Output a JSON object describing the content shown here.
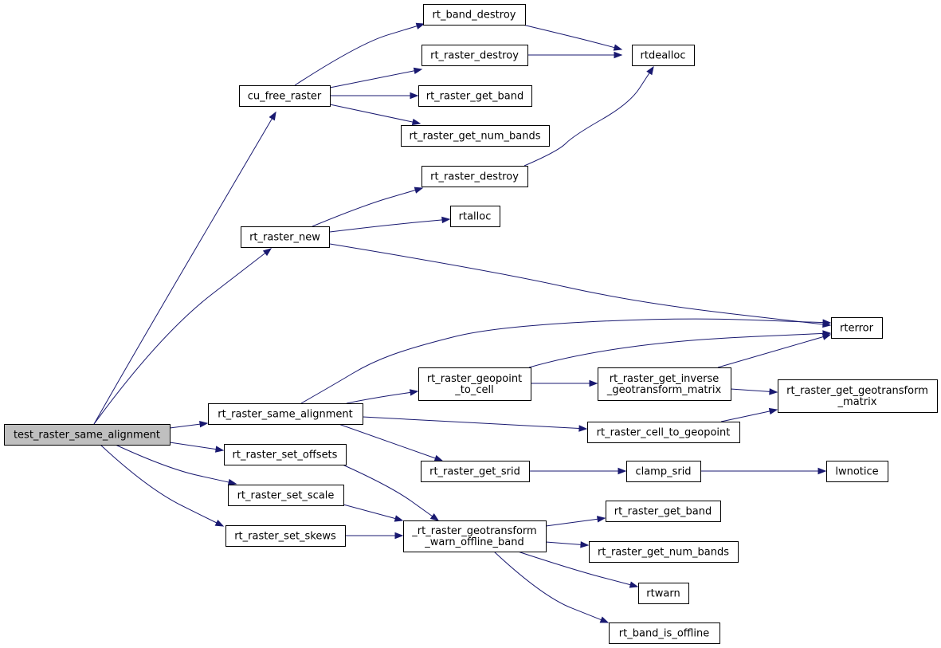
{
  "colors": {
    "edge": "#191970",
    "node_fill": "#ffffff",
    "root_fill": "#bfbfbf",
    "border": "#000000"
  },
  "nodes": [
    {
      "id": "test_raster_same_alignment",
      "lines": [
        "test_raster_same_alignment"
      ],
      "root": true
    },
    {
      "id": "cu_free_raster",
      "lines": [
        "cu_free_raster"
      ]
    },
    {
      "id": "rt_raster_new",
      "lines": [
        "rt_raster_new"
      ]
    },
    {
      "id": "rt_raster_same_alignment",
      "lines": [
        "rt_raster_same_alignment"
      ]
    },
    {
      "id": "rt_raster_set_offsets",
      "lines": [
        "rt_raster_set_offsets"
      ]
    },
    {
      "id": "rt_raster_set_scale",
      "lines": [
        "rt_raster_set_scale"
      ]
    },
    {
      "id": "rt_raster_set_skews",
      "lines": [
        "rt_raster_set_skews"
      ]
    },
    {
      "id": "rt_band_destroy",
      "lines": [
        "rt_band_destroy"
      ]
    },
    {
      "id": "rt_raster_destroy_1",
      "lines": [
        "rt_raster_destroy"
      ]
    },
    {
      "id": "rt_raster_get_band_1",
      "lines": [
        "rt_raster_get_band"
      ]
    },
    {
      "id": "rt_raster_get_num_bands_1",
      "lines": [
        "rt_raster_get_num_bands"
      ]
    },
    {
      "id": "rt_raster_destroy_2",
      "lines": [
        "rt_raster_destroy"
      ]
    },
    {
      "id": "rtalloc",
      "lines": [
        "rtalloc"
      ]
    },
    {
      "id": "rt_raster_geopoint_to_cell",
      "lines": [
        "rt_raster_geopoint",
        "_to_cell"
      ]
    },
    {
      "id": "rt_raster_get_srid",
      "lines": [
        "rt_raster_get_srid"
      ]
    },
    {
      "id": "rt_raster_geotransform_warn_offline_band",
      "lines": [
        "_rt_raster_geotransform",
        "_warn_offline_band"
      ]
    },
    {
      "id": "rtdealloc",
      "lines": [
        "rtdealloc"
      ]
    },
    {
      "id": "rt_raster_get_inverse_geotransform_matrix",
      "lines": [
        "rt_raster_get_inverse",
        "_geotransform_matrix"
      ]
    },
    {
      "id": "rt_raster_cell_to_geopoint",
      "lines": [
        "rt_raster_cell_to_geopoint"
      ]
    },
    {
      "id": "clamp_srid",
      "lines": [
        "clamp_srid"
      ]
    },
    {
      "id": "rt_raster_get_band_2",
      "lines": [
        "rt_raster_get_band"
      ]
    },
    {
      "id": "rt_raster_get_num_bands_2",
      "lines": [
        "rt_raster_get_num_bands"
      ]
    },
    {
      "id": "rtwarn",
      "lines": [
        "rtwarn"
      ]
    },
    {
      "id": "rt_band_is_offline",
      "lines": [
        "rt_band_is_offline"
      ]
    },
    {
      "id": "rterror",
      "lines": [
        "rterror"
      ]
    },
    {
      "id": "rt_raster_get_geotransform_matrix",
      "lines": [
        "rt_raster_get_geotransform",
        "_matrix"
      ]
    },
    {
      "id": "lwnotice",
      "lines": [
        "lwnotice"
      ]
    }
  ],
  "edges": [
    {
      "from": "test_raster_same_alignment",
      "to": "cu_free_raster"
    },
    {
      "from": "test_raster_same_alignment",
      "to": "rt_raster_new"
    },
    {
      "from": "test_raster_same_alignment",
      "to": "rt_raster_same_alignment"
    },
    {
      "from": "test_raster_same_alignment",
      "to": "rt_raster_set_offsets"
    },
    {
      "from": "test_raster_same_alignment",
      "to": "rt_raster_set_scale"
    },
    {
      "from": "test_raster_same_alignment",
      "to": "rt_raster_set_skews"
    },
    {
      "from": "cu_free_raster",
      "to": "rt_band_destroy"
    },
    {
      "from": "cu_free_raster",
      "to": "rt_raster_destroy_1"
    },
    {
      "from": "cu_free_raster",
      "to": "rt_raster_get_band_1"
    },
    {
      "from": "cu_free_raster",
      "to": "rt_raster_get_num_bands_1"
    },
    {
      "from": "rt_band_destroy",
      "to": "rtdealloc"
    },
    {
      "from": "rt_raster_destroy_1",
      "to": "rtdealloc"
    },
    {
      "from": "rt_raster_destroy_2",
      "to": "rtdealloc"
    },
    {
      "from": "rt_raster_new",
      "to": "rt_raster_destroy_2"
    },
    {
      "from": "rt_raster_new",
      "to": "rtalloc"
    },
    {
      "from": "rt_raster_new",
      "to": "rterror"
    },
    {
      "from": "rt_raster_same_alignment",
      "to": "rterror"
    },
    {
      "from": "rt_raster_same_alignment",
      "to": "rt_raster_geopoint_to_cell"
    },
    {
      "from": "rt_raster_same_alignment",
      "to": "rt_raster_cell_to_geopoint"
    },
    {
      "from": "rt_raster_same_alignment",
      "to": "rt_raster_get_srid"
    },
    {
      "from": "rt_raster_geopoint_to_cell",
      "to": "rterror"
    },
    {
      "from": "rt_raster_geopoint_to_cell",
      "to": "rt_raster_get_inverse_geotransform_matrix"
    },
    {
      "from": "rt_raster_get_inverse_geotransform_matrix",
      "to": "rterror"
    },
    {
      "from": "rt_raster_get_inverse_geotransform_matrix",
      "to": "rt_raster_get_geotransform_matrix"
    },
    {
      "from": "rt_raster_cell_to_geopoint",
      "to": "rt_raster_get_geotransform_matrix"
    },
    {
      "from": "rt_raster_get_srid",
      "to": "clamp_srid"
    },
    {
      "from": "clamp_srid",
      "to": "lwnotice"
    },
    {
      "from": "rt_raster_set_offsets",
      "to": "rt_raster_geotransform_warn_offline_band"
    },
    {
      "from": "rt_raster_set_scale",
      "to": "rt_raster_geotransform_warn_offline_band"
    },
    {
      "from": "rt_raster_set_skews",
      "to": "rt_raster_geotransform_warn_offline_band"
    },
    {
      "from": "rt_raster_geotransform_warn_offline_band",
      "to": "rt_raster_get_band_2"
    },
    {
      "from": "rt_raster_geotransform_warn_offline_band",
      "to": "rt_raster_get_num_bands_2"
    },
    {
      "from": "rt_raster_geotransform_warn_offline_band",
      "to": "rtwarn"
    },
    {
      "from": "rt_raster_geotransform_warn_offline_band",
      "to": "rt_band_is_offline"
    }
  ]
}
